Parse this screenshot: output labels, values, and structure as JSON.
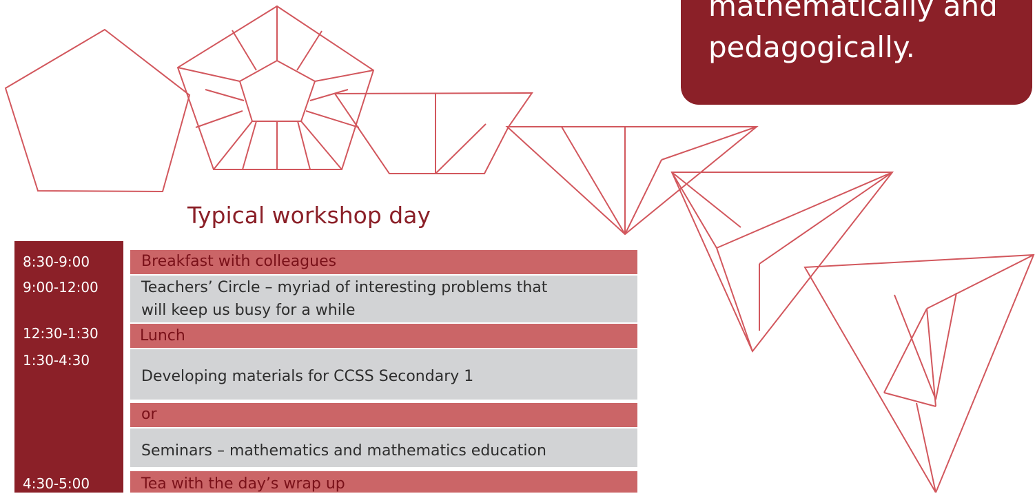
{
  "callout": {
    "line1": "mathematically and",
    "line2": "pedagogically."
  },
  "title": "Typical workshop day",
  "schedule": [
    {
      "time": "8:30-9:00",
      "activity": "Breakfast with colleagues"
    },
    {
      "time": "9:00-12:00",
      "activity_line1": "Teachers’ Circle – myriad of interesting problems that",
      "activity_line2": "will keep us busy for a while"
    },
    {
      "time": "12:30-1:30",
      "activity": "Lunch"
    },
    {
      "time": "1:30-4:30",
      "activity": "Developing materials for CCSS Secondary 1",
      "or": "or",
      "alt": "Seminars – mathematics and mathematics education"
    },
    {
      "time": "4:30-5:00",
      "activity": "Tea with the day’s wrap up"
    }
  ],
  "colors": {
    "maroon": "#8b2028",
    "pink_row": "#cb6567",
    "grey_row": "#d2d3d5",
    "outline": "#d2575d"
  }
}
